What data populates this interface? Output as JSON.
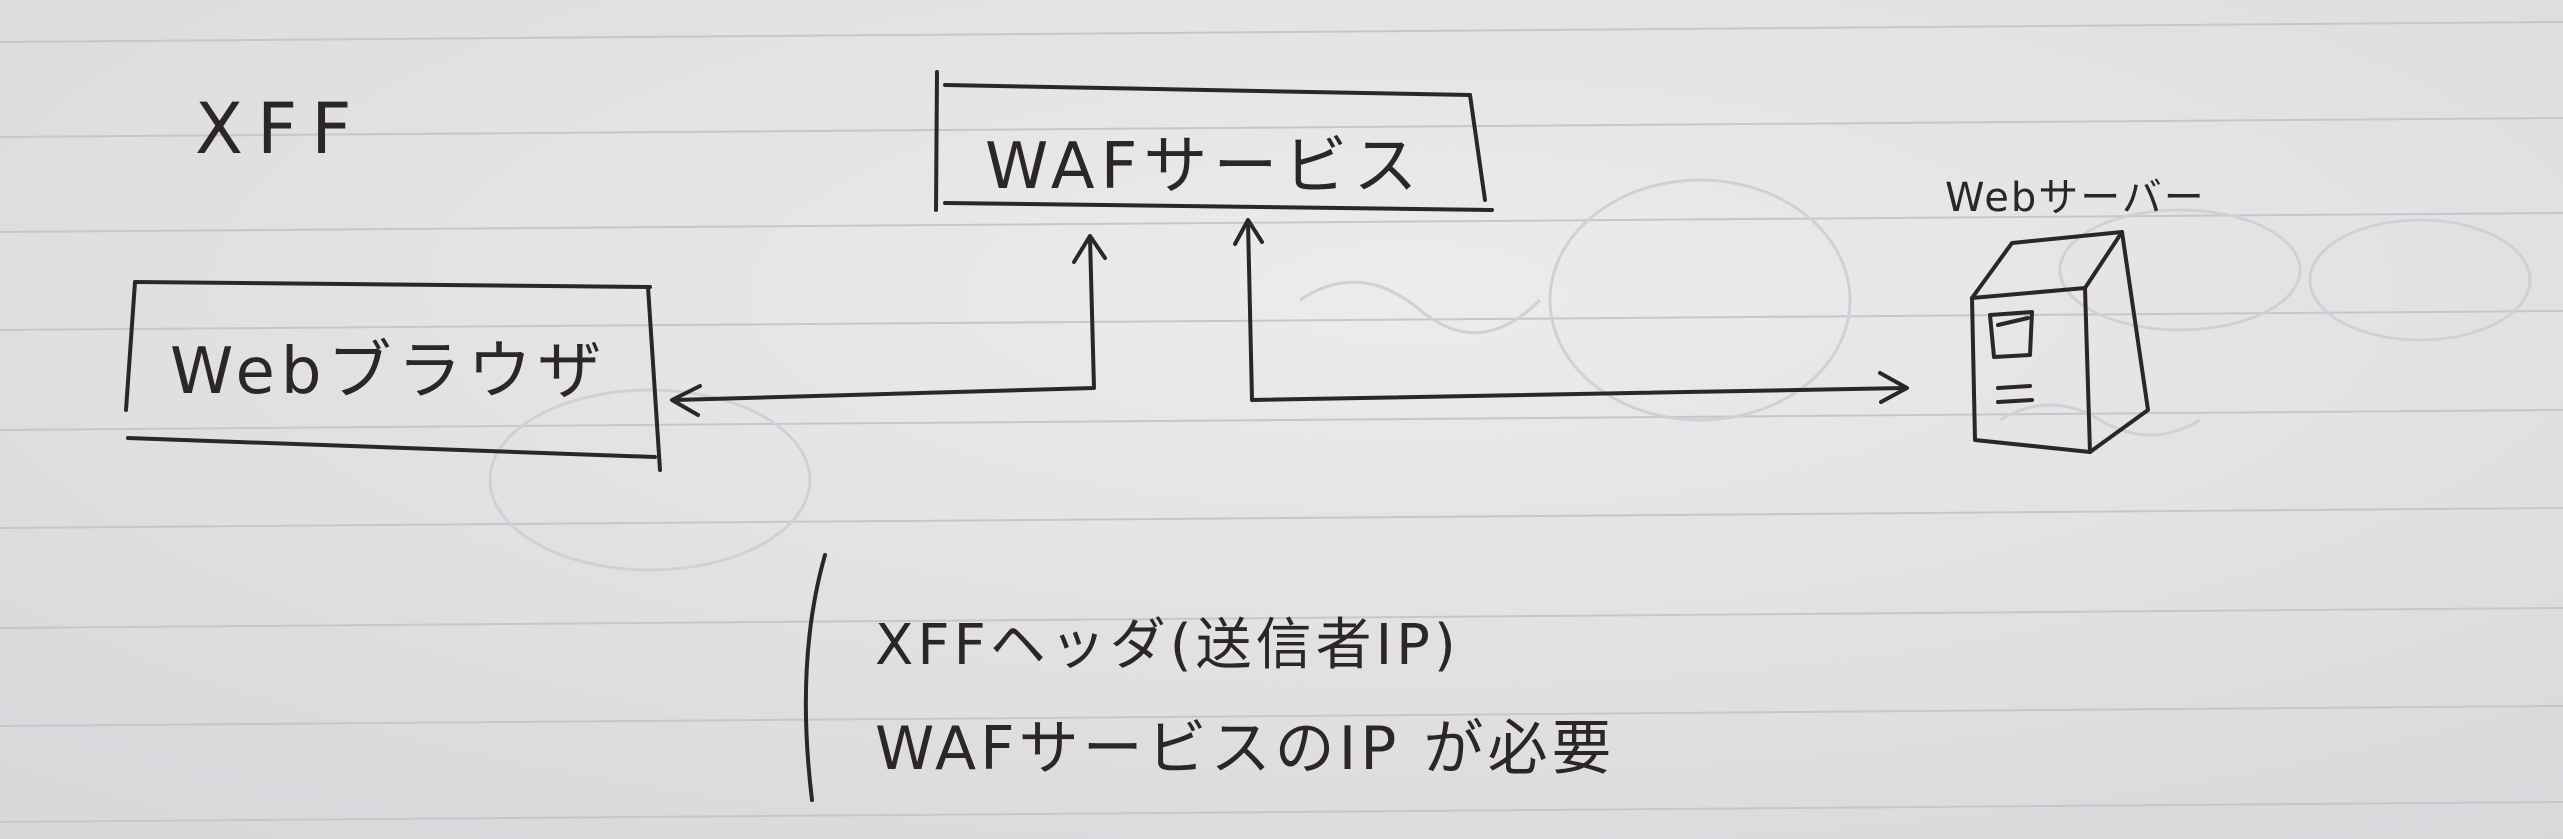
{
  "diagram": {
    "title": "XFF",
    "nodes": {
      "browser": {
        "label": "Webブラウザ"
      },
      "waf": {
        "label": "WAFサービス"
      },
      "server": {
        "label": "Webサーバー",
        "icon": "server-icon"
      }
    },
    "edges": [
      {
        "from": "waf",
        "to": "browser"
      },
      {
        "from": "waf",
        "to": "server"
      }
    ],
    "note": {
      "line1": "XFFヘッダ(送信者IP)",
      "line2": "WAFサービスのIP が必要"
    }
  },
  "colors": {
    "ink": "#2b2729",
    "paper": "#e6e4e6",
    "rule": "#c9c7cb"
  }
}
